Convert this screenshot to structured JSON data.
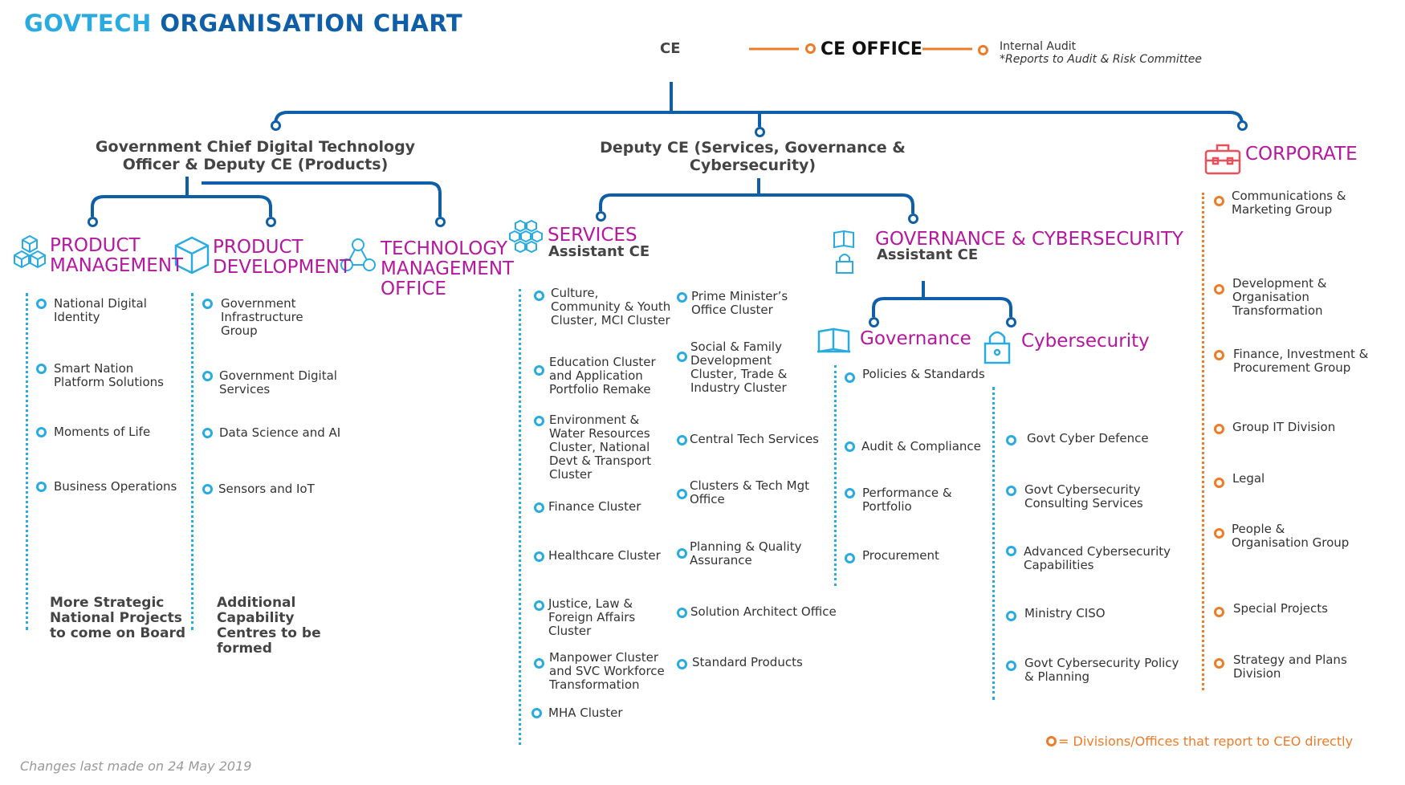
{
  "title": {
    "part1": "GOVTECH",
    "part2": "ORGANISATION CHART"
  },
  "ce": {
    "label": "CE",
    "office": "CE OFFICE",
    "audit": "Internal Audit",
    "audit_note": "*Reports to Audit & Risk Committee"
  },
  "executives": {
    "gcdto": "Government Chief Digital Technology Officer & Deputy CE (Products)",
    "deputy": "Deputy CE (Services, Governance & Cybersecurity)"
  },
  "product_management": {
    "title": "PRODUCT MANAGEMENT",
    "items": [
      "National Digital Identity",
      "Smart Nation Platform Solutions",
      "Moments of Life",
      "Business Operations"
    ],
    "note": "More Strategic National Projects to come on Board"
  },
  "product_development": {
    "title": "PRODUCT DEVELOPMENT",
    "items": [
      "Government Infrastructure Group",
      "Government Digital Services",
      "Data Science and AI",
      "Sensors and IoT"
    ],
    "note": "Additional Capability Centres to be formed"
  },
  "tmo": {
    "title": "TECHNOLOGY MANAGEMENT OFFICE"
  },
  "services": {
    "title": "SERVICES",
    "subtitle": "Assistant CE",
    "col1": [
      "Culture, Community & Youth Cluster, MCI Cluster",
      "Education Cluster and Application Portfolio Remake",
      "Environment & Water Resources Cluster, National Devt & Transport Cluster",
      "Finance Cluster",
      "Healthcare Cluster",
      "Justice, Law & Foreign Affairs Cluster",
      "Manpower Cluster and SVC Workforce Transformation",
      "MHA Cluster"
    ],
    "col2": [
      "Prime Minister’s Office Cluster",
      "Social & Family Development Cluster, Trade & Industry Cluster",
      "Central Tech Services",
      "Clusters & Tech Mgt Office",
      "Planning & Quality Assurance",
      "Solution Architect Office",
      "Standard Products"
    ]
  },
  "gov_cyber": {
    "title": "GOVERNANCE & CYBERSECURITY",
    "subtitle": "Assistant CE"
  },
  "governance": {
    "title": "Governance",
    "items": [
      "Policies & Standards",
      "Audit & Compliance",
      "Performance & Portfolio",
      "Procurement"
    ]
  },
  "cybersecurity": {
    "title": "Cybersecurity",
    "items": [
      "Govt Cyber Defence",
      "Govt Cybersecurity Consulting Services",
      "Advanced Cybersecurity Capabilities",
      "Ministry CISO",
      "Govt Cybersecurity Policy & Planning"
    ]
  },
  "corporate": {
    "title": "CORPORATE",
    "items": [
      "Communications & Marketing Group",
      "Development & Organisation Transformation",
      "Finance, Investment & Procurement Group",
      "Group IT Division",
      "Legal",
      "People & Organisation Group",
      "Special Projects",
      "Strategy and Plans Division"
    ]
  },
  "legend": "= Divisions/Offices that report to CEO directly",
  "footer": "Changes last made on 24 May 2019",
  "colors": {
    "title_light": "#29abe2",
    "title_dark": "#0f5ea8",
    "division": "#b5179e",
    "connector": "#0f5ea8",
    "orange": "#f07b26",
    "dotted": "#29abe2"
  },
  "icons": [
    "cubes-icon",
    "cube-icon",
    "molecule-icon",
    "hexagons-icon",
    "book-icon",
    "lock-icon",
    "briefcase-icon"
  ]
}
